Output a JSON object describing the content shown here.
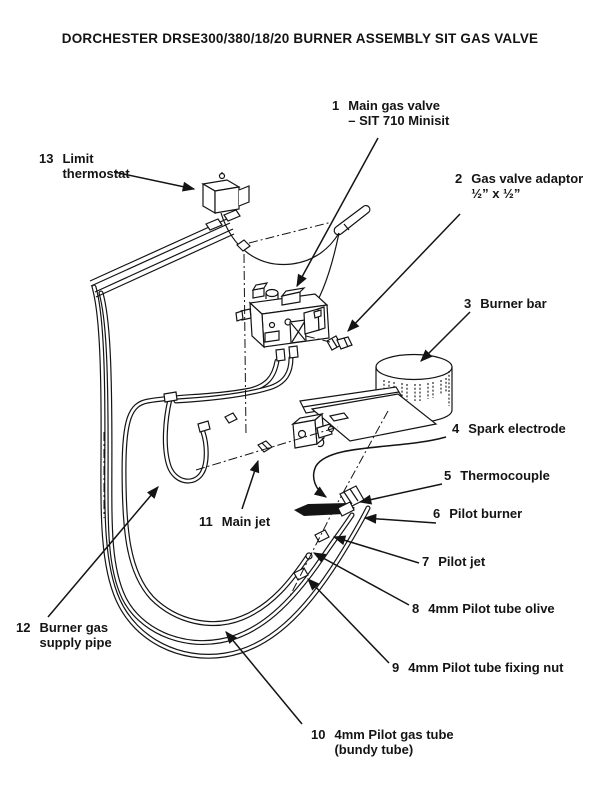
{
  "title": "DORCHESTER DRSE300/380/18/20 BURNER ASSEMBLY SIT GAS VALVE",
  "parts": [
    {
      "num": "1",
      "line1": "Main gas valve",
      "line2": "– SIT 710 Minisit"
    },
    {
      "num": "2",
      "line1": "Gas valve adaptor",
      "line2": "½” x ½”"
    },
    {
      "num": "3",
      "line1": "Burner bar"
    },
    {
      "num": "4",
      "line1": "Spark electrode"
    },
    {
      "num": "5",
      "line1": "Thermocouple"
    },
    {
      "num": "6",
      "line1": "Pilot burner"
    },
    {
      "num": "7",
      "line1": "Pilot jet"
    },
    {
      "num": "8",
      "line1": "4mm Pilot tube olive"
    },
    {
      "num": "9",
      "line1": "4mm Pilot tube fixing nut"
    },
    {
      "num": "10",
      "line1": "4mm Pilot gas tube",
      "line2": "(bundy tube)"
    },
    {
      "num": "11",
      "line1": "Main jet"
    },
    {
      "num": "12",
      "line1": "Burner gas",
      "line2": "supply pipe"
    },
    {
      "num": "13",
      "line1": "Limit",
      "line2": "thermostat"
    }
  ],
  "colors": {
    "ink": "#141414",
    "background": "#ffffff"
  }
}
